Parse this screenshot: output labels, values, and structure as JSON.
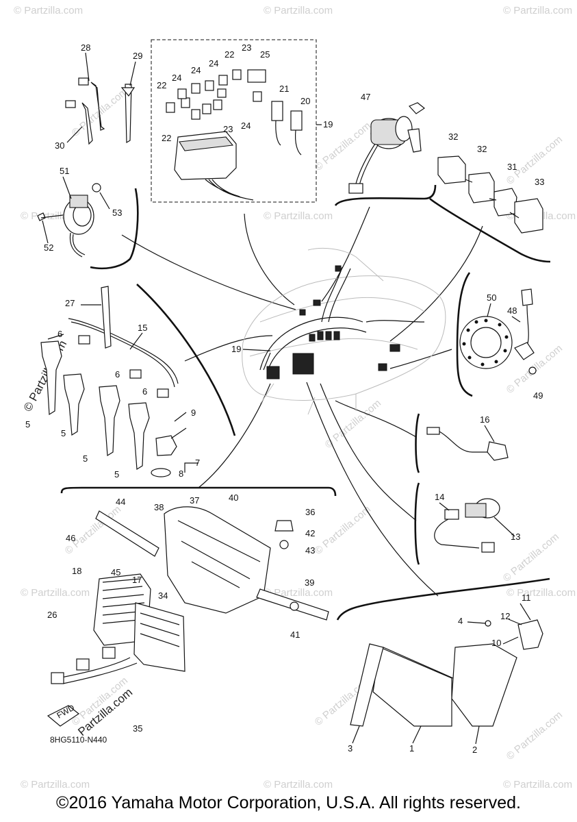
{
  "watermarks": {
    "faint": "© Partzilla.com",
    "dark_left": "© Partzilla.com",
    "dark_lower": "Partzilla.com"
  },
  "diagram_code": "8HG5110-N440",
  "fwd_arrow_text": "FWD",
  "copyright": "©2016 Yamaha Motor Corporation, U.S.A. All rights reserved.",
  "callouts": {
    "c1": "1",
    "c2": "2",
    "c3": "3",
    "c4": "4",
    "c5a": "5",
    "c5b": "5",
    "c5c": "5",
    "c5d": "5",
    "c6a": "6",
    "c6b": "6",
    "c6c": "6",
    "c7": "7",
    "c8": "8",
    "c9": "9",
    "c10": "10",
    "c11": "11",
    "c12": "12",
    "c13": "13",
    "c14": "14",
    "c15": "15",
    "c16": "16",
    "c17": "17",
    "c18": "18",
    "c19a": "19",
    "c19b": "19",
    "c20": "20",
    "c21": "21",
    "c22a": "22",
    "c22b": "22",
    "c22c": "22",
    "c23a": "23",
    "c23b": "23",
    "c24a": "24",
    "c24b": "24",
    "c24c": "24",
    "c24d": "24",
    "c25": "25",
    "c26": "26",
    "c27": "27",
    "c28": "28",
    "c29": "29",
    "c30": "30",
    "c31": "31",
    "c32a": "32",
    "c32b": "32",
    "c33": "33",
    "c34": "34",
    "c35": "35",
    "c36": "36",
    "c37": "37",
    "c38": "38",
    "c39": "39",
    "c40": "40",
    "c41": "41",
    "c42": "42",
    "c43": "43",
    "c44": "44",
    "c45": "45",
    "c46": "46",
    "c47": "47",
    "c48": "48",
    "c49": "49",
    "c50": "50",
    "c51": "51",
    "c52": "52",
    "c53": "53"
  }
}
